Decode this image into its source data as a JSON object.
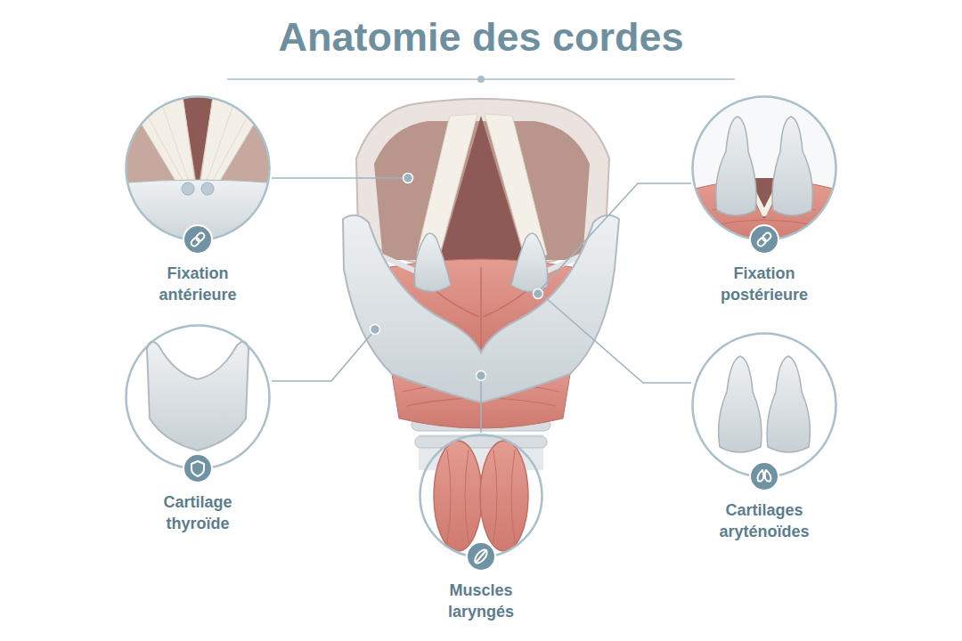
{
  "diagram": {
    "title": "Anatomie des cordes",
    "nodes": [
      {
        "text": [
          "Fixation antérieure"
        ]
      },
      {
        "text": [
          "Fixation postérieure"
        ]
      },
      {
        "text": [
          "Cartilage thyroïde"
        ]
      },
      {
        "text": [
          "Cartilages aryténoïdes"
        ]
      },
      {
        "text": [
          "Muscles laryngés"
        ]
      }
    ]
  }
}
